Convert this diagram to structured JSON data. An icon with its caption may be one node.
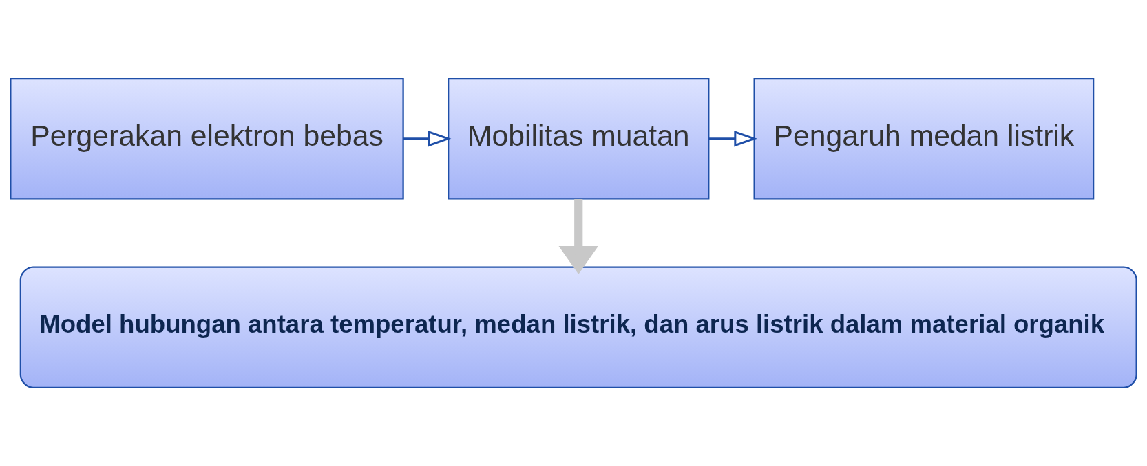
{
  "diagram": {
    "nodes": [
      {
        "text": [
          "Pergerakan elektron bebas"
        ]
      },
      {
        "text": [
          "Mobilitas muatan"
        ]
      },
      {
        "text": [
          "Pengaruh medan listrik"
        ]
      },
      {
        "text": [
          "Model hubungan antara temperatur, medan listrik, dan arus listrik dalam material organik"
        ]
      }
    ],
    "edges": [
      {
        "from": 0,
        "to": 1,
        "arrow": "to"
      },
      {
        "from": 1,
        "to": 2,
        "arrow": "to"
      },
      {
        "from": 1,
        "to": 3,
        "arrow": "to",
        "style": "thick",
        "color": "#c8c8c8"
      }
    ]
  }
}
